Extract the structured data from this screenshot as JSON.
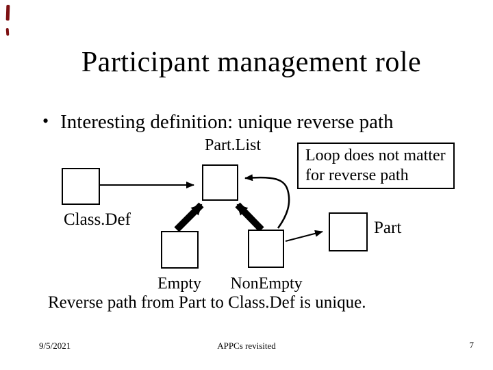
{
  "slide": {
    "title": "Participant management role",
    "bullet": {
      "marker": "•",
      "text": "Interesting definition: unique reverse path"
    },
    "callout": {
      "line1": "Loop does not matter",
      "line2": "for reverse path"
    },
    "diagram": {
      "partlist_label": "Part.List",
      "classdef_label": "Class.Def",
      "empty_label": "Empty",
      "nonempty_label": "NonEmpty",
      "part_label": "Part",
      "arrow_names": [
        "classdef-to-partlist",
        "empty-to-partlist-thick",
        "nonempty-to-partlist-thick",
        "nonempty-loop-to-partlist-curved",
        "nonempty-to-part"
      ]
    },
    "caption": "Reverse path from Part to Class.Def is unique.",
    "footer": {
      "date": "9/5/2021",
      "center": "APPCs revisited",
      "page": "7"
    },
    "colors": {
      "ink": "#000000",
      "background": "#ffffff",
      "pen_mark": "#7d1012"
    }
  }
}
